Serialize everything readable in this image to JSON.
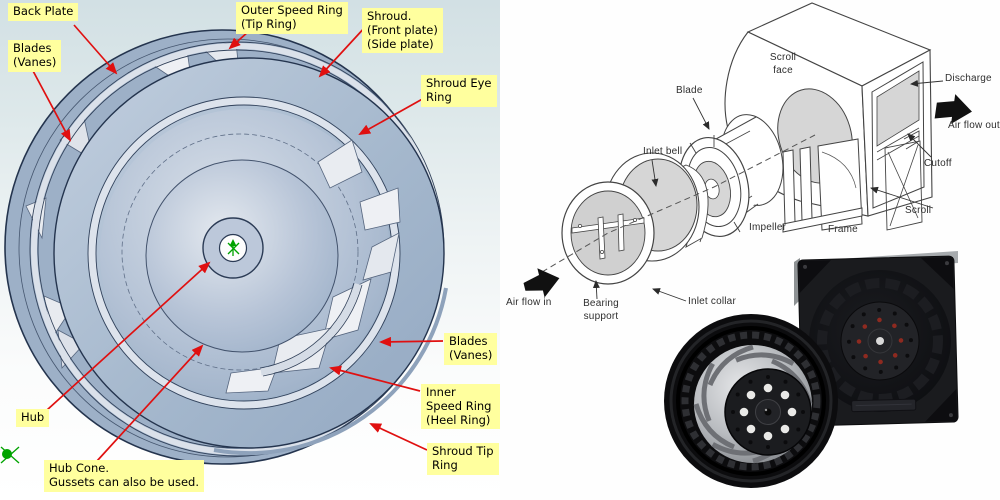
{
  "left_panel": {
    "description_type": "cad-impeller-figure",
    "callouts": [
      {
        "id": "back-plate",
        "text": "Back Plate"
      },
      {
        "id": "blades-vanes-upper",
        "text": "Blades\n(Vanes)"
      },
      {
        "id": "outer-speed-ring",
        "text": "Outer Speed Ring\n(Tip Ring)"
      },
      {
        "id": "shroud",
        "text": "Shroud.\n(Front plate)\n(Side plate)"
      },
      {
        "id": "shroud-eye-ring",
        "text": "Shroud Eye\nRing"
      },
      {
        "id": "blades-vanes-lower",
        "text": "Blades\n(Vanes)"
      },
      {
        "id": "inner-speed-ring",
        "text": "Inner Speed Ring\n(Heel Ring)"
      },
      {
        "id": "shroud-tip-ring",
        "text": "Shroud Tip\nRing"
      },
      {
        "id": "hub",
        "text": "Hub"
      },
      {
        "id": "hub-cone",
        "text": "Hub Cone.\nGussets can also be used."
      }
    ],
    "colors": {
      "label_bg": "#ffff9e",
      "arrow_red": "#e01010",
      "impeller_steel": "#a9bcd2",
      "axis_green": "#00a300",
      "background_top": "#d2e0e4"
    }
  },
  "right_panel": {
    "description_type": "blower-exploded-diagram-and-photo",
    "diagram_labels": [
      {
        "id": "scroll-face",
        "text": "Scroll\nface"
      },
      {
        "id": "blade",
        "text": "Blade"
      },
      {
        "id": "inlet-bell",
        "text": "Inlet bell"
      },
      {
        "id": "discharge",
        "text": "Discharge"
      },
      {
        "id": "air-flow-out",
        "text": "Air flow out"
      },
      {
        "id": "cutoff",
        "text": "Cutoff"
      },
      {
        "id": "scroll",
        "text": "Scroll"
      },
      {
        "id": "frame",
        "text": "Frame"
      },
      {
        "id": "impeller",
        "text": "Impeller"
      },
      {
        "id": "inlet-collar",
        "text": "Inlet collar"
      },
      {
        "id": "bearing-support",
        "text": "Bearing\nsupport"
      },
      {
        "id": "air-flow-in",
        "text": "Air flow in"
      }
    ],
    "colors": {
      "line": "#3a3a3a",
      "shade_gray": "#d6d6d6",
      "flow_arrow": "#111111",
      "fan_black": "#17181a",
      "impeller_silver": "#c9cccf",
      "screw_red": "#8e2a20"
    }
  }
}
